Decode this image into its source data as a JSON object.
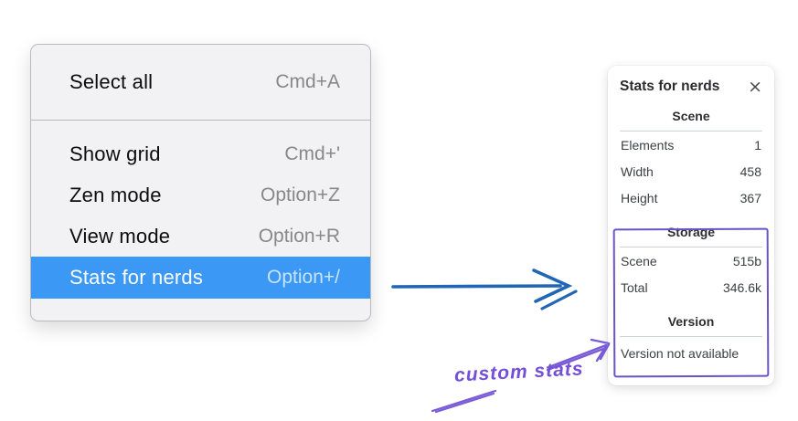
{
  "menu": {
    "sections": [
      {
        "items": [
          {
            "label": "Select all",
            "shortcut": "Cmd+A"
          }
        ]
      },
      {
        "items": [
          {
            "label": "Show grid",
            "shortcut": "Cmd+'"
          },
          {
            "label": "Zen mode",
            "shortcut": "Option+Z"
          },
          {
            "label": "View mode",
            "shortcut": "Option+R"
          },
          {
            "label": "Stats for nerds",
            "shortcut": "Option+/",
            "highlighted": true
          }
        ]
      }
    ],
    "highlight_color": "#3b99f5"
  },
  "stats_panel": {
    "title": "Stats for nerds",
    "close_icon": "×",
    "sections": [
      {
        "heading": "Scene",
        "rows": [
          [
            "Elements",
            "1"
          ],
          [
            "Width",
            "458"
          ],
          [
            "Height",
            "367"
          ]
        ]
      },
      {
        "heading": "Storage",
        "rows": [
          [
            "Scene",
            "515b"
          ],
          [
            "Total",
            "346.6k"
          ]
        ]
      },
      {
        "heading": "Version",
        "note": "Version not available"
      }
    ]
  },
  "annotation": {
    "label": "custom stats",
    "color": "#7450d8",
    "highlight_box_color": "#6b52c9"
  },
  "flow_arrow": {
    "color": "#2165b5",
    "direction": "left-to-right"
  }
}
